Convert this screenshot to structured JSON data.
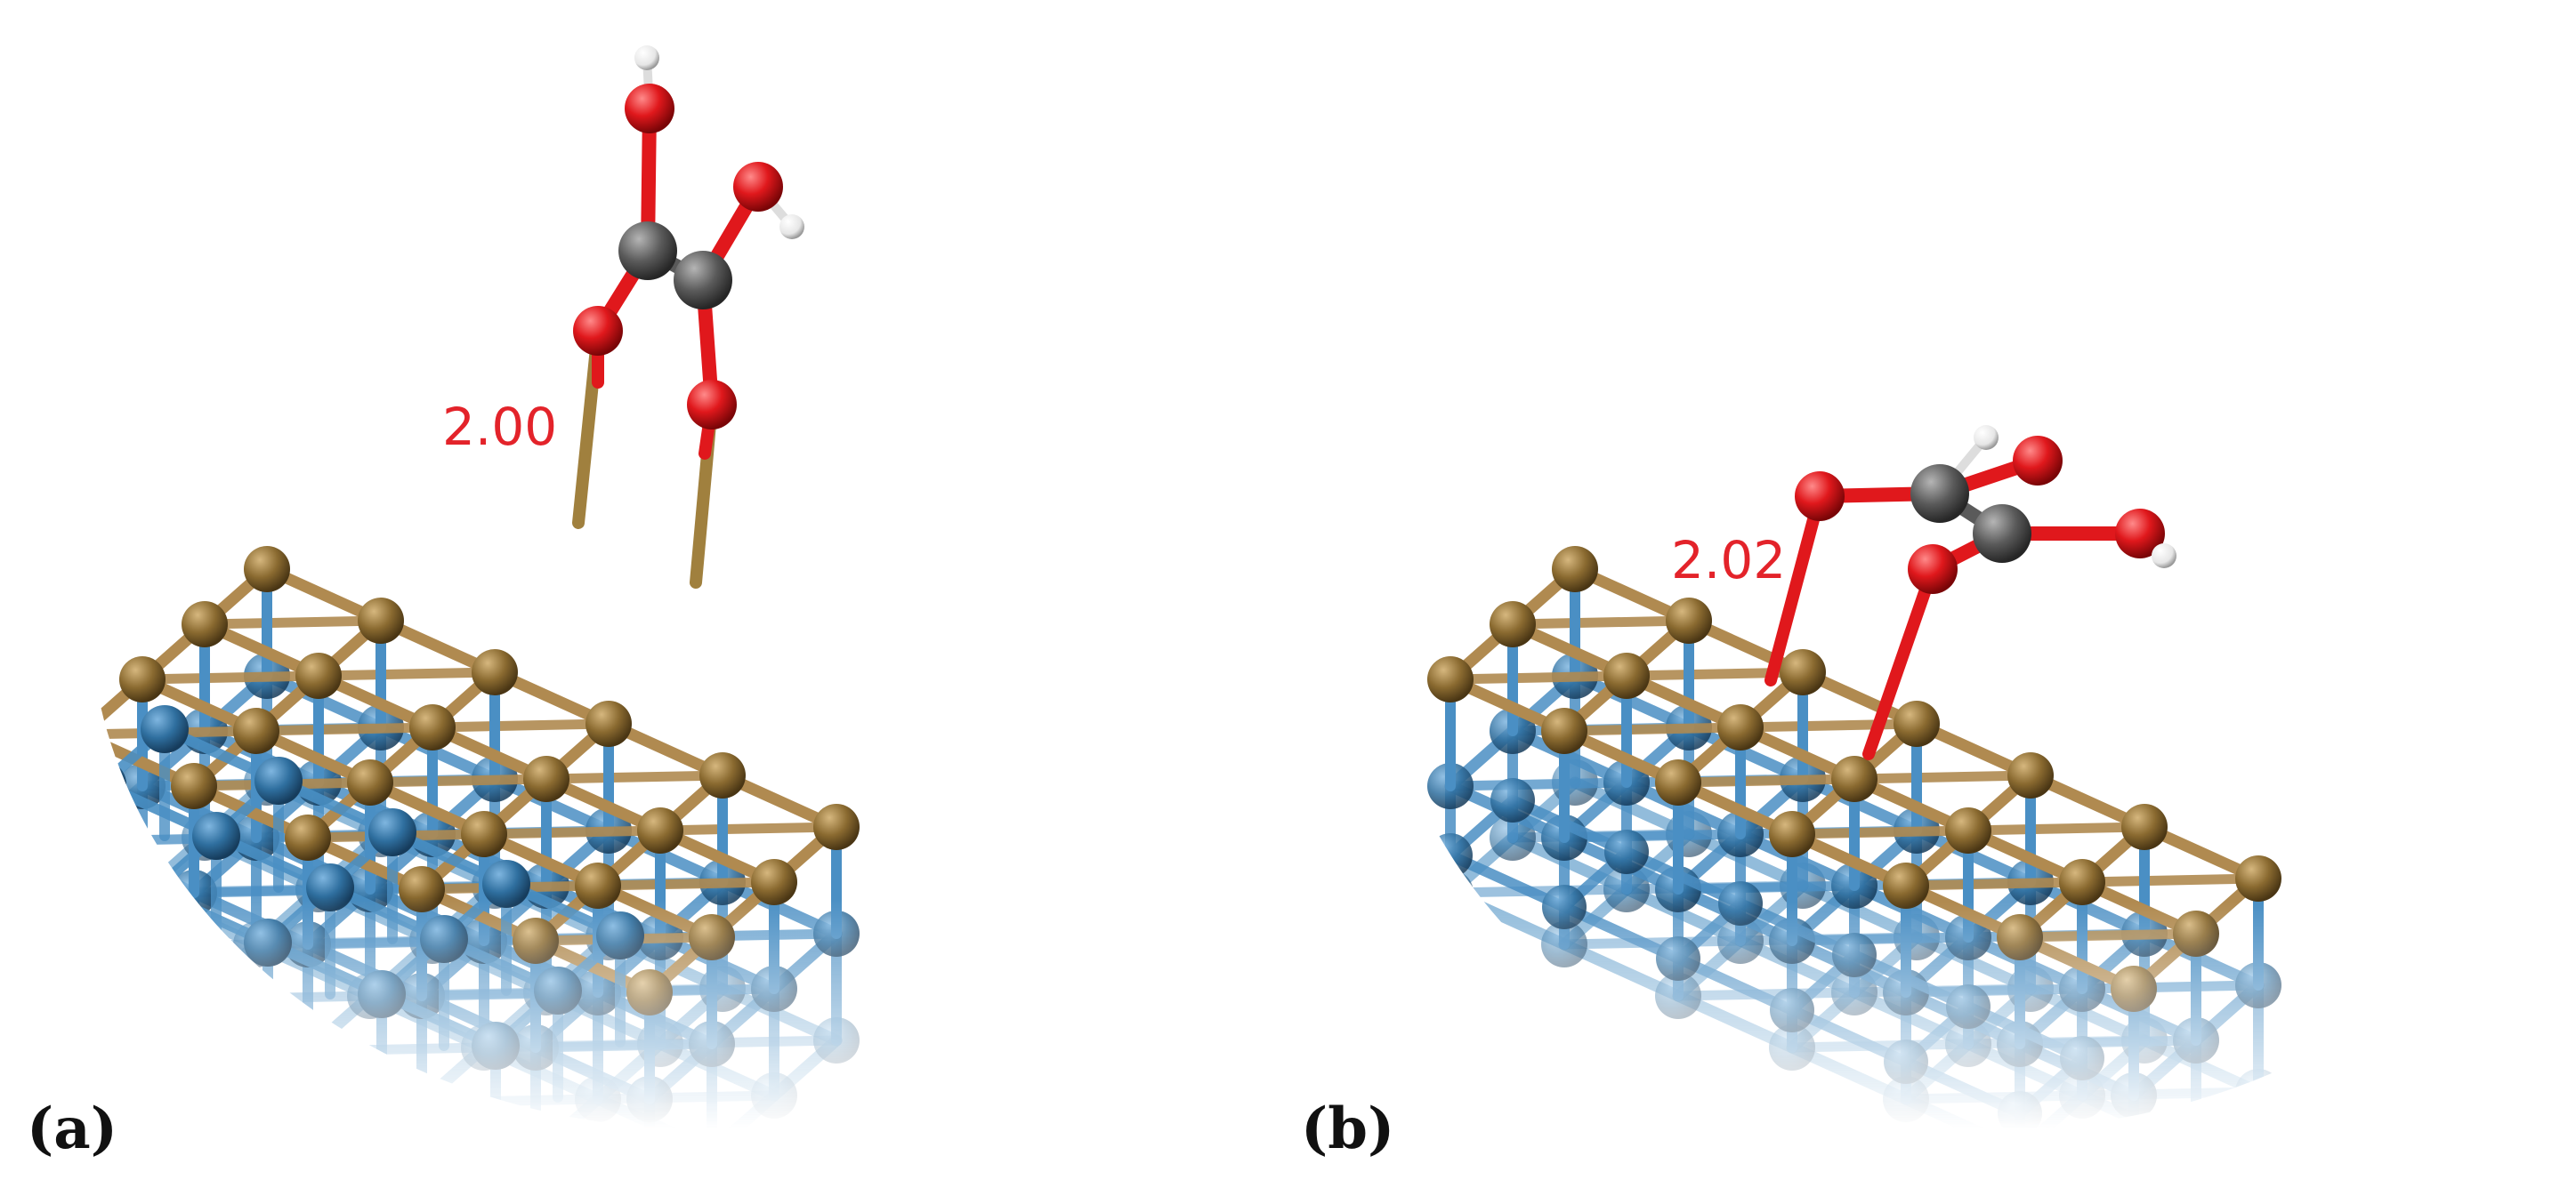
{
  "panels": [
    {
      "id": "a",
      "label": "(a)",
      "distance_label": "2.00"
    },
    {
      "id": "b",
      "label": "(b)",
      "distance_label": "2.02"
    }
  ],
  "colors": {
    "substrate_atom": "#2f6f9f",
    "substrate_bond": "#4a8fc4",
    "surface_atom": "#8a6a30",
    "surface_bond": "#b08a50",
    "oxygen": "#e0181c",
    "carbon": "#5a5a5a",
    "hydrogen": "#f2f2f2",
    "distance_text": "#e3232a"
  }
}
